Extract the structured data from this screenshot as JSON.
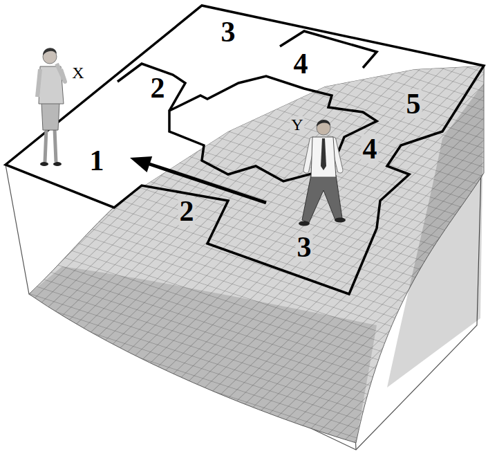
{
  "diagram": {
    "labels": [
      "3",
      "4",
      "X",
      "2",
      "5",
      "Y",
      "1",
      "4",
      "2",
      "3"
    ]
  }
}
